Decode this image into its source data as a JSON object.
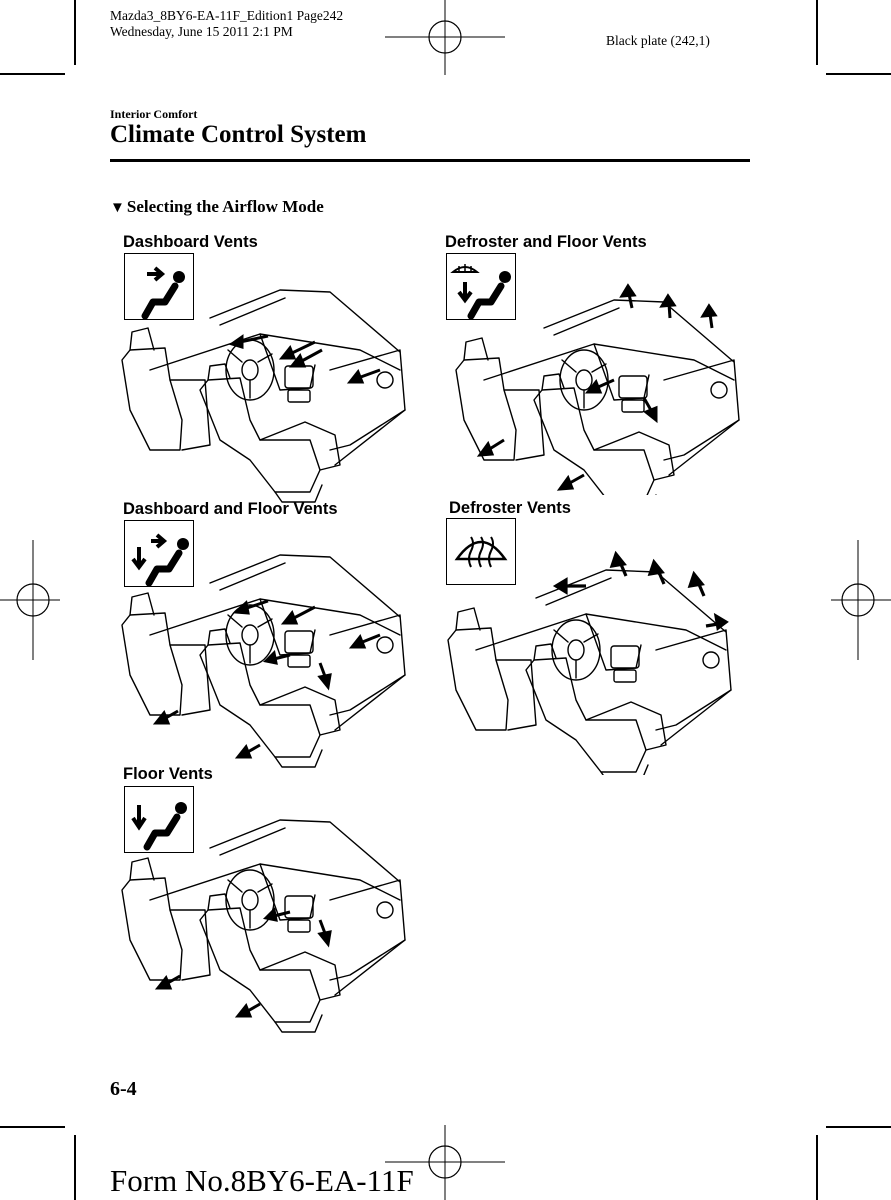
{
  "print_header": {
    "file_line": "Mazda3_8BY6-EA-11F_Edition1 Page242",
    "date_line": "Wednesday, June 15 2011 2:1 PM",
    "plate": "Black plate (242,1)"
  },
  "section_label": "Interior Comfort",
  "page_title": "Climate Control System",
  "subheading": "Selecting the Airflow Mode",
  "subheading_marker": "▼",
  "modes": [
    {
      "label": "Dashboard Vents",
      "icon": "dashboard-vents-icon"
    },
    {
      "label": "Defroster and Floor Vents",
      "icon": "defroster-floor-vents-icon"
    },
    {
      "label": "Dashboard and Floor Vents",
      "icon": "dashboard-floor-vents-icon"
    },
    {
      "label": "Defroster Vents",
      "icon": "defroster-vents-icon"
    },
    {
      "label": "Floor Vents",
      "icon": "floor-vents-icon"
    }
  ],
  "page_number": "6-4",
  "form_number": "Form No.8BY6-EA-11F"
}
